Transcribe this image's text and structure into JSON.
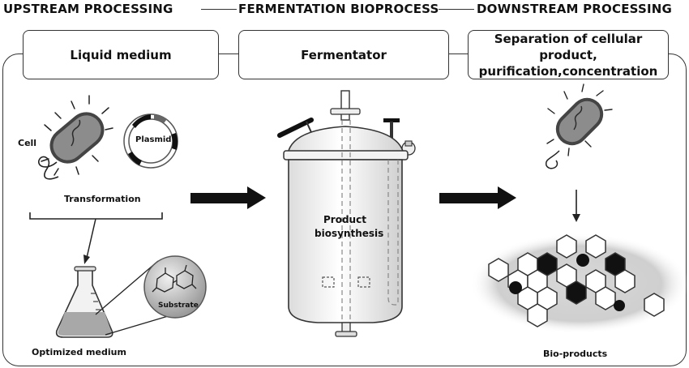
{
  "stages": {
    "upstream_title": "UPSTREAM PROCESSING",
    "fermentation_title": "FERMENTATION BIOPROCESS",
    "downstream_title": "DOWNSTREAM PROCESSING"
  },
  "boxes": {
    "liquid_medium": "Liquid medium",
    "fermentator": "Fermentator",
    "separation_line1": "Separation of cellular product,",
    "separation_line2": "purification,concentration"
  },
  "labels": {
    "cell": "Cell",
    "plasmid": "Plasmid",
    "transformation": "Transformation",
    "substrate": "Substrate",
    "optimized_medium": "Optimized medium",
    "product_line1": "Product",
    "product_line2": "biosynthesis",
    "bio_products": "Bio-products"
  }
}
